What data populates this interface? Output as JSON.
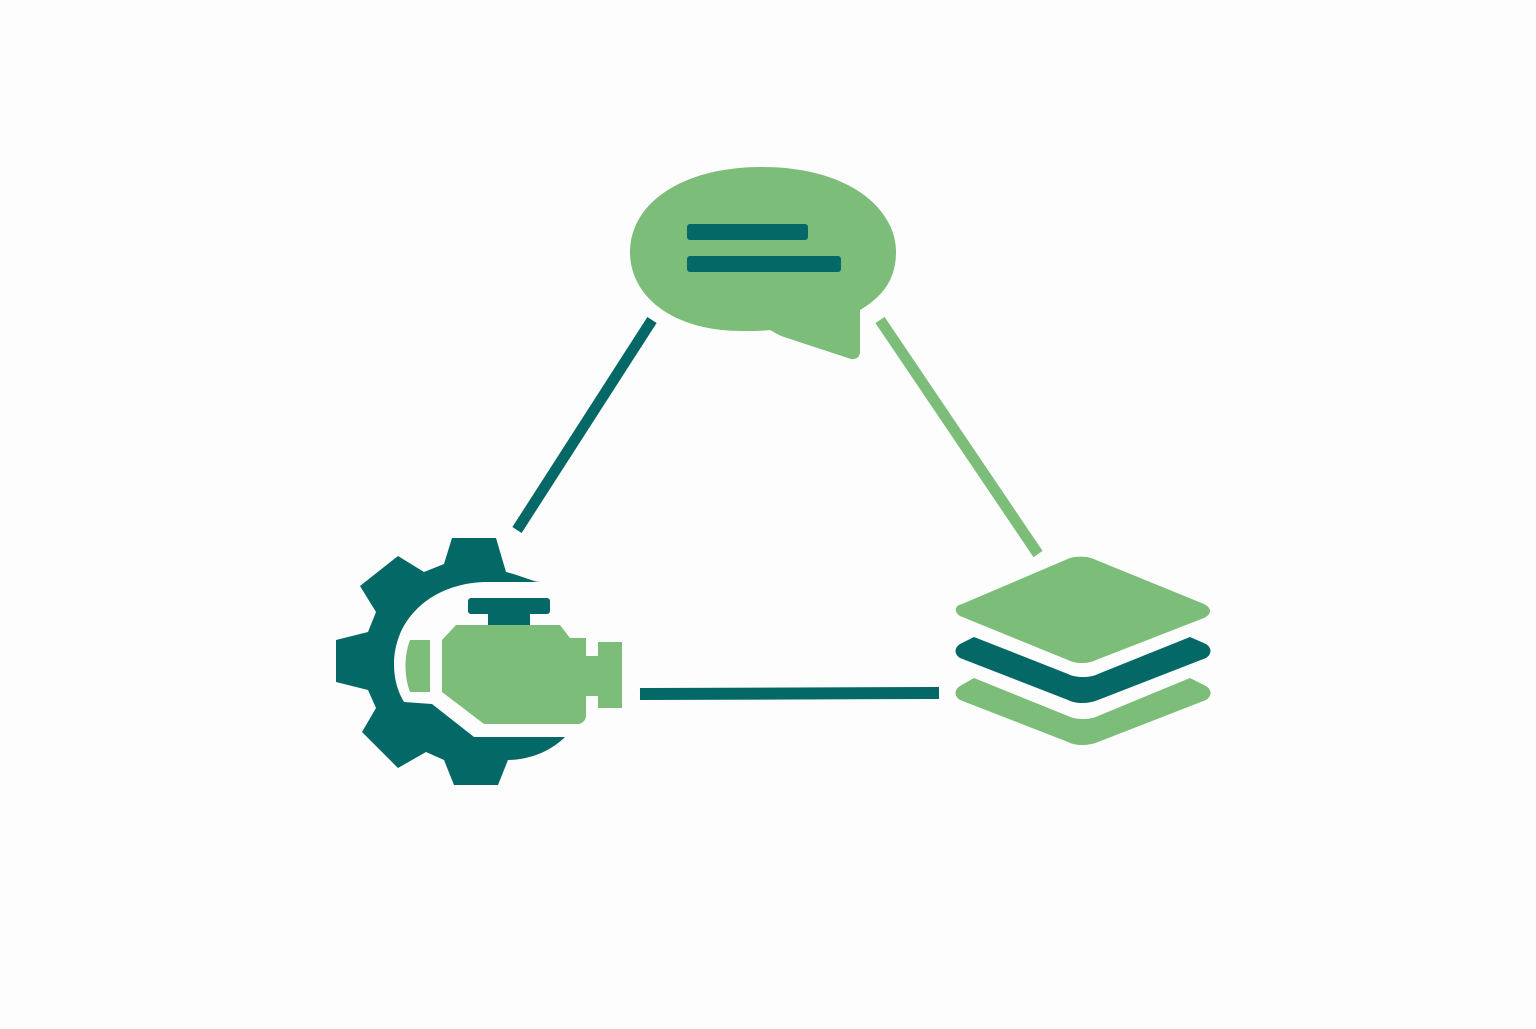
{
  "colors": {
    "background": "#fdfdfd",
    "primary_dark": "#036866",
    "accent_green": "#7cbd7a"
  },
  "nodes": [
    {
      "id": "chat",
      "icon": "speech-bubble-icon"
    },
    {
      "id": "engine",
      "icon": "gear-engine-icon"
    },
    {
      "id": "layers",
      "icon": "stacked-layers-icon"
    }
  ],
  "connections": [
    {
      "from": "engine",
      "to": "chat",
      "color": "#036866"
    },
    {
      "from": "chat",
      "to": "layers",
      "color": "#7cbd7a"
    },
    {
      "from": "engine",
      "to": "layers",
      "color": "#036866"
    }
  ]
}
